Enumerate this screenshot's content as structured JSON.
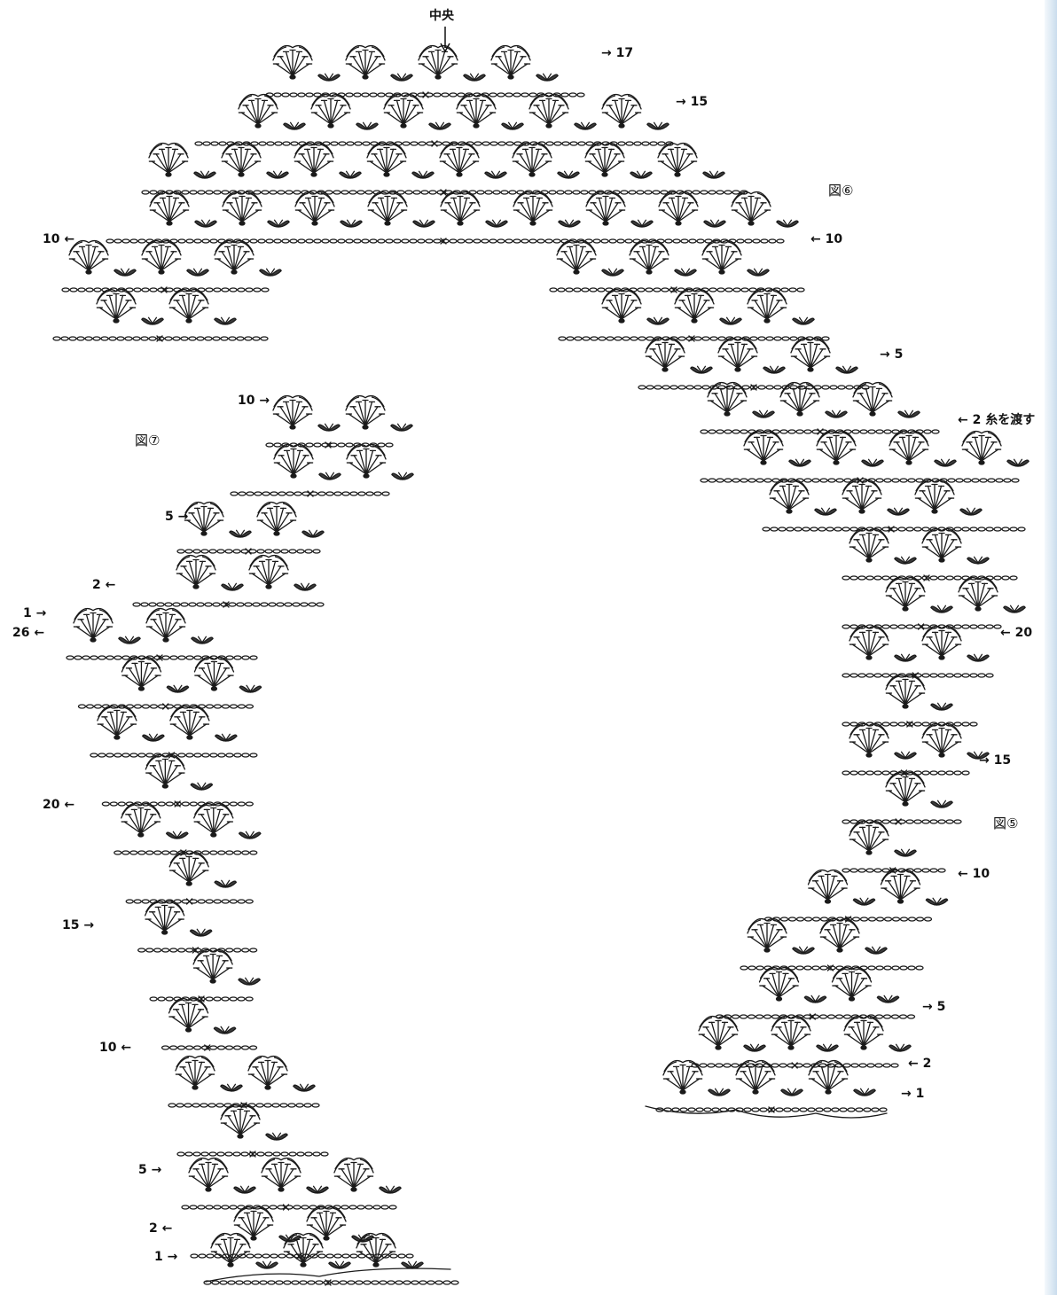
{
  "center_mark": "中央",
  "figures": {
    "fig5": "図⑤",
    "fig6": "図⑥",
    "fig7": "図⑦"
  },
  "yarn_note": "糸を渡す",
  "row_labels": {
    "f6_r17": "17",
    "f6_r15": "15",
    "f6_r10_left": "10",
    "f6_r10_right": "10",
    "f6_r5": "5",
    "f6_r2": "2",
    "f7_r10": "10",
    "f7_r5_top": "5",
    "f7_r2_top": "2",
    "f7_r1_top": "1",
    "f7_r26": "26",
    "f7_r20": "20",
    "f7_r15": "15",
    "f7_r5": "5",
    "f7_r2": "2",
    "f7_r1": "1",
    "f5_r20": "20",
    "f5_r15": "15",
    "f5_r10": "10",
    "f5_r5": "5",
    "f5_r2": "2",
    "f5_r1": "1"
  },
  "colors": {
    "ink": "#1a1a1a",
    "paper": "#ffffff",
    "edge_shadow": "#c9dced"
  }
}
